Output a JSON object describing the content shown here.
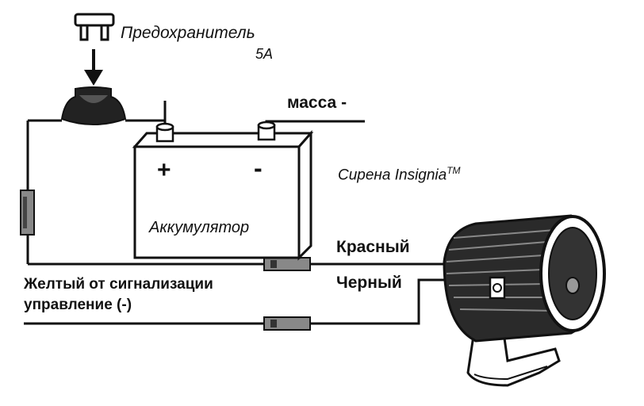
{
  "labels": {
    "fuse": "Предохранитель",
    "fuse_rating": "5A",
    "ground": "масса -",
    "siren": "Сирена Insignia",
    "siren_tm": "TM",
    "battery": "Аккумулятор",
    "plus": "+",
    "minus": "-",
    "red": "Красный",
    "black": "Черный",
    "yellow_1": "Желтый от сигнализации",
    "yellow_2": "управление (-)"
  },
  "colors": {
    "line": "#111111",
    "fuse_holder": "#222222",
    "connector": "#888888"
  }
}
